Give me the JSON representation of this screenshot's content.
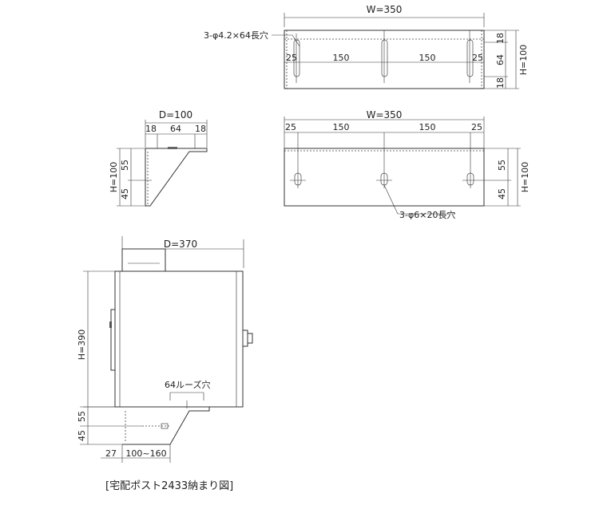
{
  "top_view": {
    "width_label": "W=350",
    "slot_label": "3-φ4.2×64長穴",
    "edge_left": "25",
    "spacing_a": "150",
    "spacing_b": "150",
    "edge_right": "25",
    "dim_top": "18",
    "dim_mid": "64",
    "dim_bottom": "18",
    "height_label": "H=100"
  },
  "side_view": {
    "depth_label": "D=100",
    "dim_a": "18",
    "dim_b": "64",
    "dim_c": "18",
    "height_label": "H=100",
    "dim_upper": "55",
    "dim_lower": "45"
  },
  "front_view": {
    "width_label": "W=350",
    "edge_left": "25",
    "spacing_a": "150",
    "spacing_b": "150",
    "edge_right": "25",
    "dim_upper": "55",
    "dim_lower": "45",
    "height_label": "H=100",
    "slot_label": "3-φ6×20長穴"
  },
  "mount_view": {
    "depth_label": "D=370",
    "height_label": "H=390",
    "loose_hole_label": "64ルーズ穴",
    "dim_upper": "55",
    "dim_lower": "45",
    "dim_offset": "27",
    "dim_range": "100~160"
  },
  "caption": "[宅配ポスト2433納まり図]"
}
